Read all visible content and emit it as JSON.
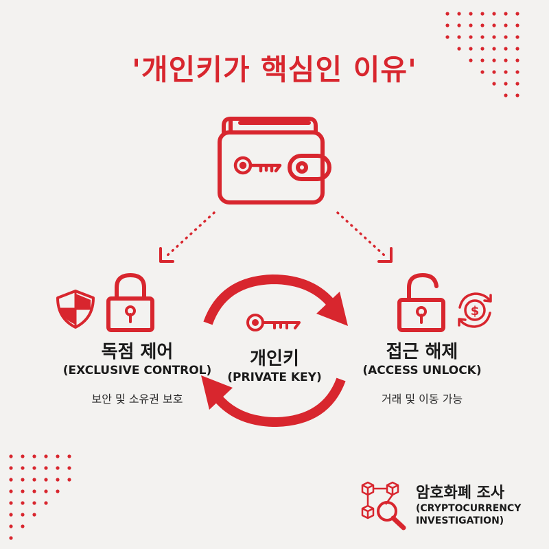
{
  "title": "'개인키가 핵심인 이유'",
  "left": {
    "title": "독점 제어",
    "subtitle": "(EXCLUSIVE CONTROL)",
    "description": "보안 및 소유권 보호"
  },
  "center": {
    "title": "개인키",
    "subtitle": "(PRIVATE KEY)"
  },
  "right": {
    "title": "접근 해제",
    "subtitle": "(ACCESS UNLOCK)",
    "description": "거래 및 이동 가능"
  },
  "brand": {
    "title": "암호화폐 조사",
    "subtitle_line1": "(CRYPTOCURRENCY",
    "subtitle_line2": "INVESTIGATION)"
  },
  "colors": {
    "accent": "#d8262e",
    "text": "#1a1a1a",
    "background": "#f3f2f0"
  }
}
